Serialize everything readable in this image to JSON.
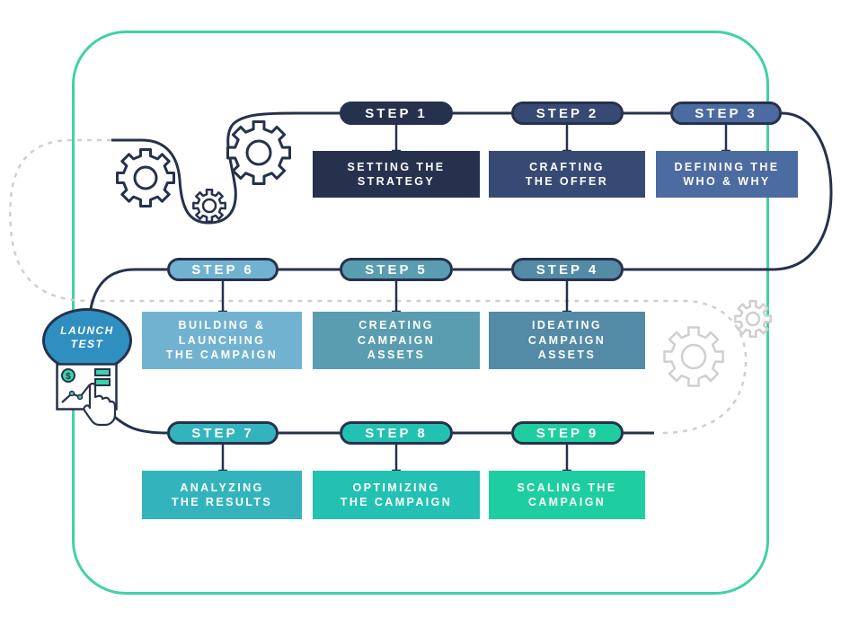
{
  "launch": {
    "line1": "LAUNCH",
    "line2": "TEST"
  },
  "steps": [
    {
      "label": "STEP 1",
      "title1": "SETTING THE",
      "title2": "STRATEGY",
      "title3": "",
      "pill_color": "#26314d",
      "box_color": "#26314d"
    },
    {
      "label": "STEP 2",
      "title1": "CRAFTING",
      "title2": "THE OFFER",
      "title3": "",
      "pill_color": "#374a73",
      "box_color": "#374a73"
    },
    {
      "label": "STEP 3",
      "title1": "DEFINING THE",
      "title2": "WHO & WHY",
      "title3": "",
      "pill_color": "#4c6ba0",
      "box_color": "#4c6ba0"
    },
    {
      "label": "STEP 4",
      "title1": "IDEATING",
      "title2": "CAMPAIGN",
      "title3": "ASSETS",
      "pill_color": "#538aa6",
      "box_color": "#538aa6"
    },
    {
      "label": "STEP 5",
      "title1": "CREATING",
      "title2": "CAMPAIGN",
      "title3": "ASSETS",
      "pill_color": "#5a9db0",
      "box_color": "#5a9db0"
    },
    {
      "label": "STEP 6",
      "title1": "BUILDING &",
      "title2": "LAUNCHING",
      "title3": "THE CAMPAIGN",
      "pill_color": "#72b2d1",
      "box_color": "#72b2d1"
    },
    {
      "label": "STEP 7",
      "title1": "ANALYZING",
      "title2": "THE RESULTS",
      "title3": "",
      "pill_color": "#33b4bd",
      "box_color": "#33b4bd"
    },
    {
      "label": "STEP 8",
      "title1": "OPTIMIZING",
      "title2": "THE CAMPAIGN",
      "title3": "",
      "pill_color": "#23c1b1",
      "box_color": "#23c1b1"
    },
    {
      "label": "STEP 9",
      "title1": "SCALING THE",
      "title2": "CAMPAIGN",
      "title3": "",
      "pill_color": "#1ecea0",
      "box_color": "#1ecea0"
    }
  ],
  "colors": {
    "frame": "#3fd1a8",
    "line": "#26314d",
    "dashed": "#cccccc",
    "launch_fill": "#2e8fc0"
  },
  "icons": [
    "gear-icon",
    "dashboard-icon",
    "hand-pointer-icon"
  ]
}
